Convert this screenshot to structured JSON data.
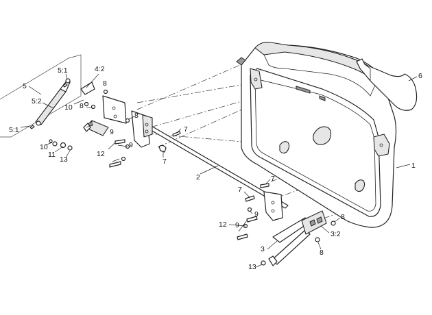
{
  "callouts": {
    "c1": "1",
    "c2": "2",
    "c3": "3",
    "c3_2": "3:2",
    "c4": "4",
    "c4_2": "4:2",
    "c5": "5",
    "c5_1_top": "5:1",
    "c5_1_bottom": "5:1",
    "c5_2": "5:2",
    "c6": "6",
    "c7_upper": "7",
    "c7_mid": "7",
    "c7_right_a": "7",
    "c7_right_b": "7",
    "c8_top": "8",
    "c8_left": "8",
    "c8_bracket": "8",
    "c8_right_a": "8",
    "c8_right_b": "8",
    "c9_left_a": "9",
    "c9_left_b": "9",
    "c9_right_a": "9",
    "c9_right_b": "9",
    "c10_top": "10",
    "c10_bottom": "10",
    "c11": "11",
    "c12_left": "12",
    "c12_right": "12",
    "c13_left": "13",
    "c13_right": "13"
  }
}
